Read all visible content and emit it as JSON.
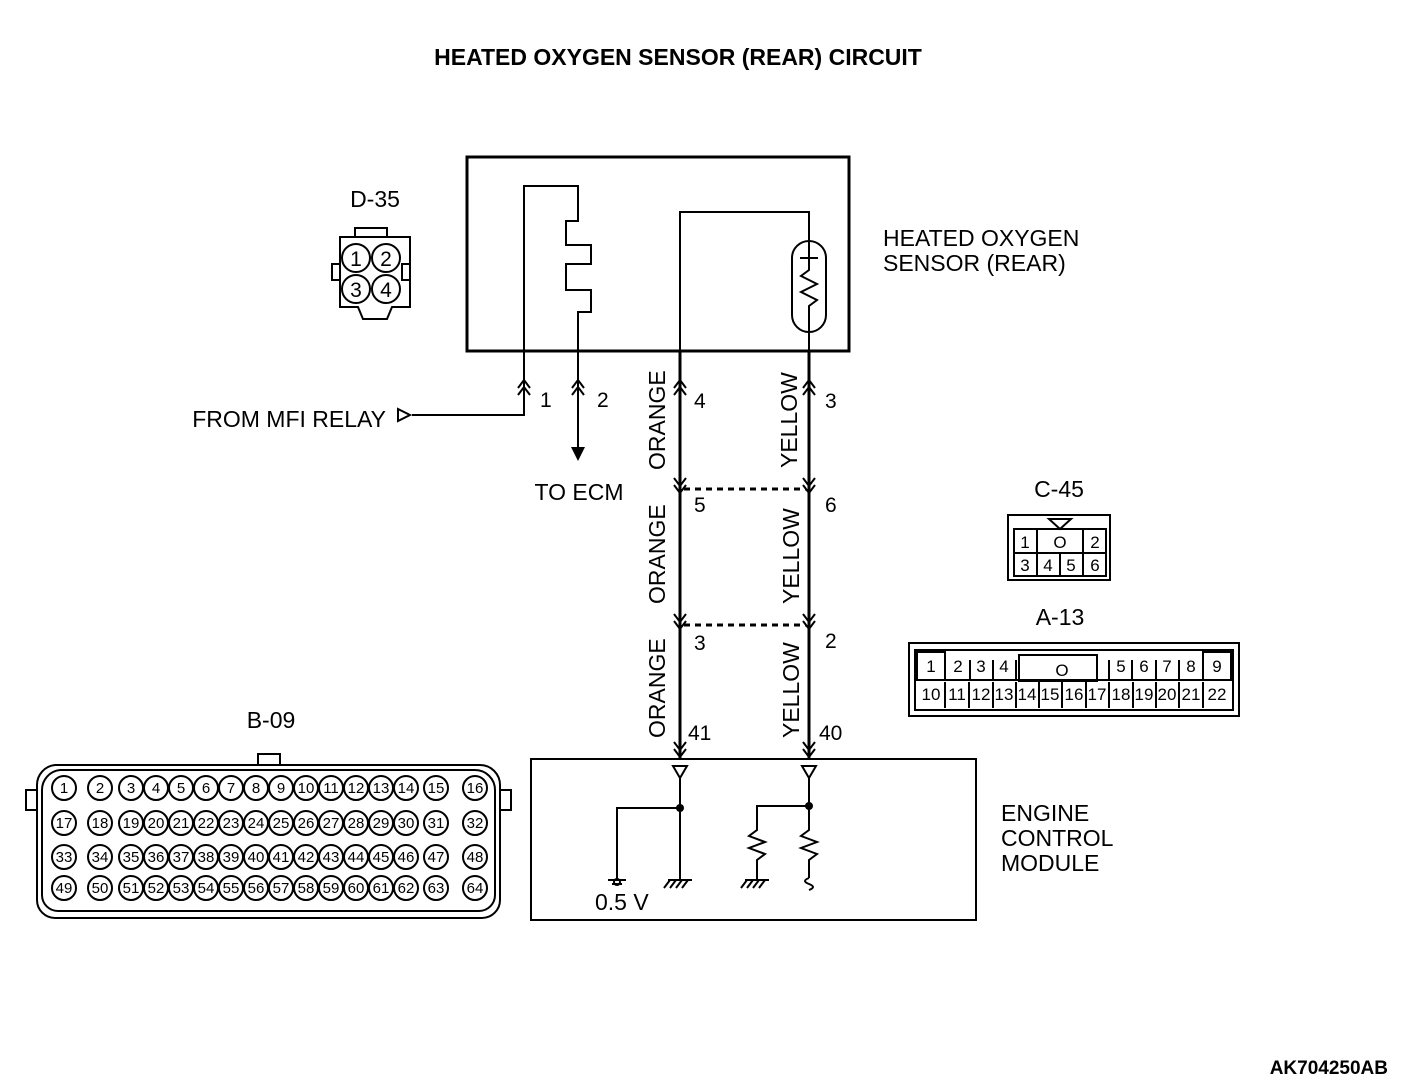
{
  "title": "HEATED OXYGEN SENSOR (REAR) CIRCUIT",
  "doc_id": "AK704250AB",
  "connectors": {
    "d35": {
      "label": "D-35",
      "pins": [
        "1",
        "2",
        "3",
        "4"
      ]
    },
    "c45": {
      "label": "C-45",
      "pins": [
        "1",
        "2",
        "3",
        "4",
        "5",
        "6"
      ],
      "center_mark": "O"
    },
    "a13": {
      "label": "A-13",
      "center_mark": "O",
      "top_row": [
        "1",
        "2",
        "3",
        "4",
        "5",
        "6",
        "7",
        "8",
        "9"
      ],
      "bottom_row": [
        "10",
        "11",
        "12",
        "13",
        "14",
        "15",
        "16",
        "17",
        "18",
        "19",
        "20",
        "21",
        "22"
      ]
    },
    "b09": {
      "label": "B-09",
      "rows": [
        [
          "1",
          "2",
          "3",
          "4",
          "5",
          "6",
          "7",
          "8",
          "9",
          "10",
          "11",
          "12",
          "13",
          "14",
          "15",
          "16"
        ],
        [
          "17",
          "18",
          "19",
          "20",
          "21",
          "22",
          "23",
          "24",
          "25",
          "26",
          "27",
          "28",
          "29",
          "30",
          "31",
          "32"
        ],
        [
          "33",
          "34",
          "35",
          "36",
          "37",
          "38",
          "39",
          "40",
          "41",
          "42",
          "43",
          "44",
          "45",
          "46",
          "47",
          "48"
        ],
        [
          "49",
          "50",
          "51",
          "52",
          "53",
          "54",
          "55",
          "56",
          "57",
          "58",
          "59",
          "60",
          "61",
          "62",
          "63",
          "64"
        ]
      ]
    }
  },
  "components": {
    "sensor": {
      "line1": "HEATED OXYGEN",
      "line2": "SENSOR (REAR)"
    },
    "ecm": {
      "line1": "ENGINE",
      "line2": "CONTROL",
      "line3": "MODULE",
      "reference_voltage": "0.5 V"
    }
  },
  "signals": {
    "from_mfi_relay": "FROM MFI RELAY",
    "to_ecm": "TO ECM"
  },
  "wires": {
    "orange": {
      "color_label": "ORANGE",
      "pins": [
        "4",
        "5",
        "3",
        "41"
      ]
    },
    "yellow": {
      "color_label": "YELLOW",
      "pins": [
        "3",
        "6",
        "2",
        "40"
      ]
    },
    "heater_pins": [
      "1",
      "2"
    ]
  }
}
